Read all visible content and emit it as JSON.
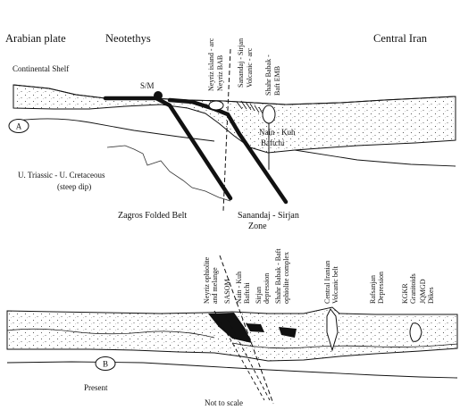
{
  "section_a": {
    "marker": "A",
    "headers": {
      "left": "Arabian plate",
      "middle": "Neotethys",
      "right": "Central Iran"
    },
    "shelf_label": "Continental Shelf",
    "sm_label": "S/M",
    "arc_labels": [
      "Neyriz island - arc",
      "Neyriz BAB"
    ],
    "volcanic_labels": [
      "Sanandaj - Sirjan",
      "Volcanic - arc"
    ],
    "shahr_labels": [
      "Shahr Babak -",
      "Baft EMB"
    ],
    "nain_labels": [
      "Nain - Kuh",
      "Baftchi"
    ],
    "triassic_labels": [
      "U. Triassic - U. Cretaceous",
      "(steep dip)"
    ]
  },
  "section_b": {
    "marker": "B",
    "zagros_label": "Zagros Folded Belt",
    "sanandaj_labels": [
      "Sanandaj - Sirjan",
      "Zone"
    ],
    "vertical_labels": [
      "Neyriz ophiolite",
      "and melange",
      "SASOM",
      "Nain - Kuh",
      "Baftchi",
      "Sirjan",
      "depression",
      "Shahr Babak - Baft",
      "ophiolite complex",
      "Central Iranian",
      "Volcanic belt",
      "Rafsanjan",
      "Depression",
      "KGKR",
      "Granitoids",
      "JQMGD",
      "Dikes"
    ],
    "present_label": "Present",
    "scale_label": "Not to scale"
  },
  "colors": {
    "ink": "#111111",
    "paper": "#ffffff"
  }
}
